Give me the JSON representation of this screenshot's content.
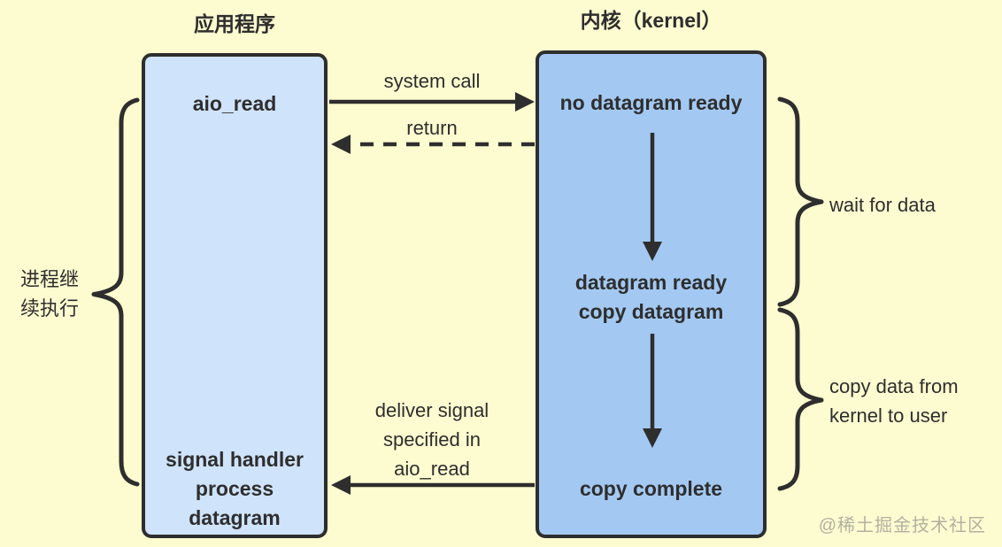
{
  "titles": {
    "application": "应用程序",
    "kernel": "内核（kernel）"
  },
  "application_box": {
    "top_state": "aio_read",
    "bottom_state": [
      "signal handler",
      "process",
      "datagram"
    ]
  },
  "kernel_box": {
    "state_top": "no datagram ready",
    "state_middle": [
      "datagram ready",
      "copy datagram"
    ],
    "state_bottom": "copy complete"
  },
  "arrow_labels": {
    "system_call": "system call",
    "return_label": "return",
    "deliver_signal": [
      "deliver signal",
      "specified in",
      "aio_read"
    ]
  },
  "side_annotations": {
    "process_continues": [
      "进程继",
      "续执行"
    ],
    "wait_for_data": "wait for data",
    "copy_data": [
      "copy data from",
      "kernel to user"
    ]
  },
  "watermark": "@稀土掘金技术社区",
  "colors": {
    "background": "#FDFBD0",
    "app_box_fill": "#CFE3FA",
    "kernel_box_fill": "#A3C9F2",
    "stroke": "#2E2E2E",
    "watermark_color": "#B2B1A0"
  }
}
